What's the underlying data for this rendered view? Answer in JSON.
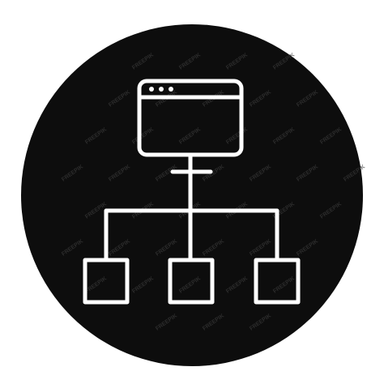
{
  "icon": {
    "name": "sitemap-icon",
    "background_color": "#ffffff",
    "circle_color": "#0d0d0d",
    "line_color": "#ffffff",
    "parts": {
      "root": "browser-window-icon",
      "children": [
        "child-node-left",
        "child-node-center",
        "child-node-right"
      ]
    }
  },
  "watermark": {
    "text": "FREEPIK",
    "color": "#3a3a3a"
  }
}
